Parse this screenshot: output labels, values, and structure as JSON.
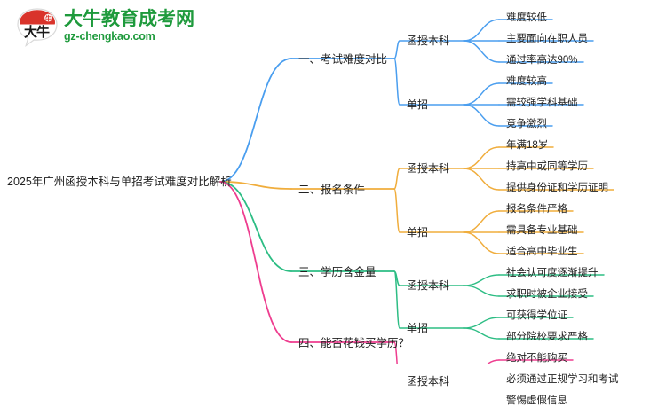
{
  "logo": {
    "mark_text": "大牛",
    "name": "大牛教育成考网",
    "url": "gz-chengkao.com",
    "brand_color": "#1e9a3c",
    "mark_color": "#d9332b"
  },
  "mindmap": {
    "root": {
      "label": "2025年广州函授本科与单招考试难度对比解析"
    },
    "colors": {
      "blue": "#4a9eef",
      "orange": "#f0ad3c",
      "green": "#2dbd84",
      "pink": "#ee3d8f"
    },
    "branches": [
      {
        "label": "一、考试难度对比",
        "color": "#4a9eef",
        "groups": [
          {
            "label": "函授本科",
            "leaves": [
              "难度较低",
              "主要面向在职人员",
              "通过率高达90%"
            ]
          },
          {
            "label": "单招",
            "leaves": [
              "难度较高",
              "需较强学科基础",
              "竞争激烈"
            ]
          }
        ]
      },
      {
        "label": "二、报名条件",
        "color": "#f0ad3c",
        "groups": [
          {
            "label": "函授本科",
            "leaves": [
              "年满18岁",
              "持高中或同等学历",
              "提供身份证和学历证明"
            ]
          },
          {
            "label": "单招",
            "leaves": [
              "报名条件严格",
              "需具备专业基础",
              "适合高中毕业生"
            ]
          }
        ]
      },
      {
        "label": "三、学历含金量",
        "color": "#2dbd84",
        "groups": [
          {
            "label": "函授本科",
            "leaves": [
              "社会认可度逐渐提升",
              "求职时被企业接受"
            ]
          },
          {
            "label": "单招",
            "leaves": [
              "可获得学位证",
              "部分院校要求严格"
            ]
          }
        ]
      },
      {
        "label": "四、能否花钱买学历？",
        "color": "#ee3d8f",
        "groups": [
          {
            "label": "函授本科",
            "leaves": [
              "绝对不能购买",
              "必须通过正规学习和考试",
              "警惕虚假信息"
            ]
          }
        ]
      }
    ]
  }
}
